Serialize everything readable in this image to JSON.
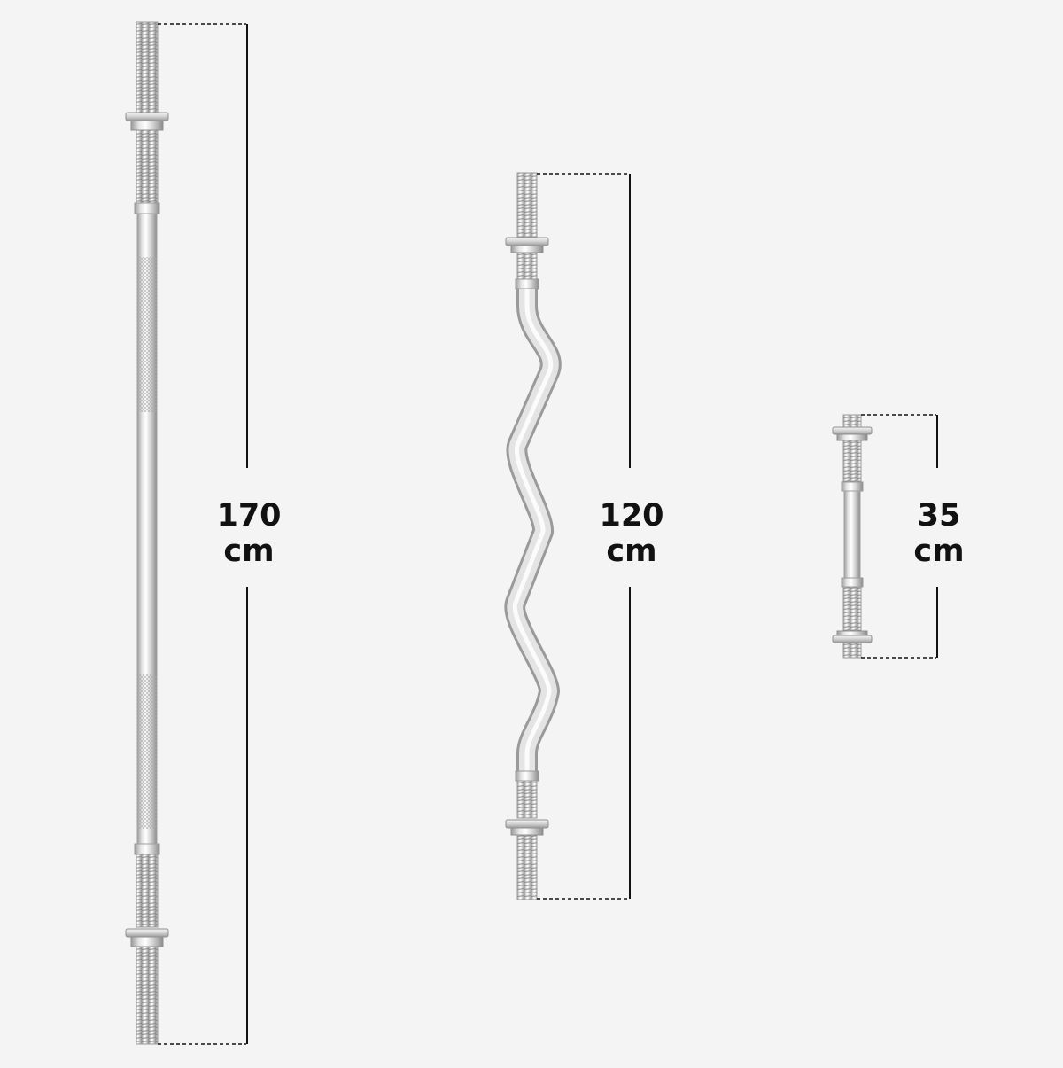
{
  "colors": {
    "background": "#f4f4f4",
    "steel_light": "#f2f2f2",
    "steel_mid": "#cfcfcf",
    "steel_dark": "#8e8e8e",
    "dimension_line": "#111111"
  },
  "products": [
    {
      "name": "straight-bar",
      "length_value": "170",
      "length_unit": "cm"
    },
    {
      "name": "curl-bar",
      "length_value": "120",
      "length_unit": "cm"
    },
    {
      "name": "dumbbell-handle",
      "length_value": "35",
      "length_unit": "cm"
    }
  ]
}
